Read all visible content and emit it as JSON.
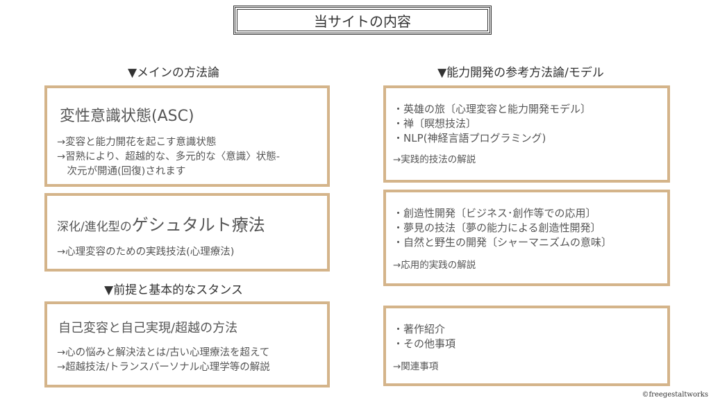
{
  "title": "当サイトの内容",
  "left": {
    "heading_main": "▼メインの方法論",
    "heading_premise": "▼前提と基本的なスタンス",
    "box1": {
      "title": "変性意識状態(ASC)",
      "lines": [
        "→変容と能力開花を起こす意識状態",
        "→習熟により、超越的な、多元的な〈意識〉状態-",
        "　次元が開通(回復)されます"
      ]
    },
    "box2": {
      "title_prefix": "深化/進化型の",
      "title_main": "ゲシュタルト療法",
      "lines": [
        "→心理変容のための実践技法(心理療法)"
      ]
    },
    "box3": {
      "title": "自己変容と自己実現/超越の方法",
      "lines": [
        "→心の悩みと解決法とは/古い心理療法を超えて",
        "→超越技法/トランスパーソナル心理学等の解説"
      ]
    }
  },
  "right": {
    "heading": "▼能力開発の参考方法論/モデル",
    "box1": {
      "items": [
        "・英雄の旅〔心理変容と能力開発モデル〕",
        "・禅〔瞑想技法〕",
        "・NLP(神経言語プログラミング)"
      ],
      "link": "→実践的技法の解説"
    },
    "box2": {
      "items": [
        "・創造性開発〔ビジネス･創作等での応用〕",
        "・夢見の技法〔夢の能力による創造性開発〕",
        "・自然と野生の開発〔シャーマニズムの意味〕"
      ],
      "link": "→応用的実践の解説"
    },
    "box3": {
      "items": [
        "・著作紹介",
        "・その他事項"
      ],
      "link": "→関連事項"
    }
  },
  "copyright": "©freegestaltworks",
  "colors": {
    "border": "#d4b48a",
    "text": "#555555"
  }
}
